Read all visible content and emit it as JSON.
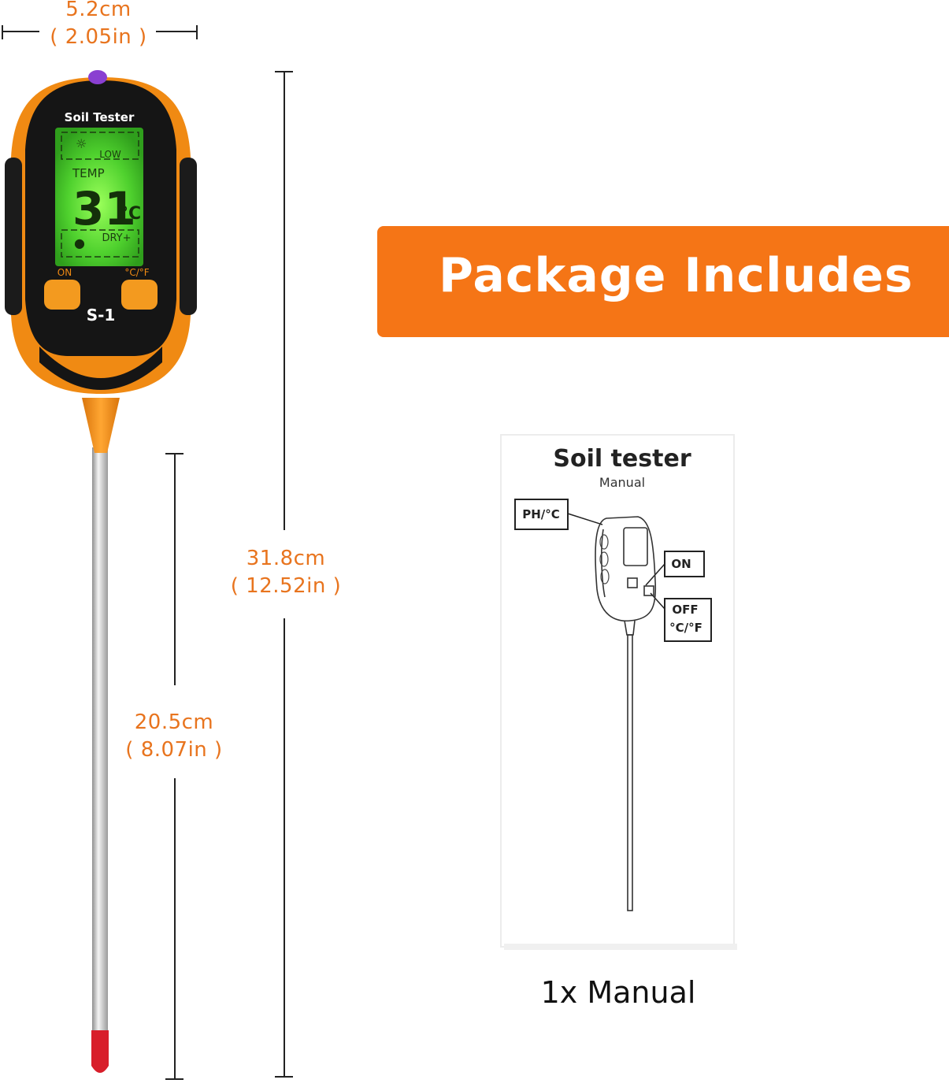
{
  "dimensions": {
    "width": {
      "cm": "5.2cm",
      "in": "( 2.05in )"
    },
    "height": {
      "cm": "31.8cm",
      "in": "( 12.52in )"
    },
    "probe": {
      "cm": "20.5cm",
      "in": "( 8.07in )"
    }
  },
  "device": {
    "brand_label": "Soil Tester",
    "lcd_low": "LOW",
    "lcd_temp": "TEMP",
    "lcd_reading": "31",
    "lcd_unit": "°C",
    "lcd_dry": "DRY+",
    "button_on": "ON",
    "button_unit": "°C/°F",
    "model": "S-1"
  },
  "banner": {
    "title": "Package Includes"
  },
  "manual": {
    "title": "Soil tester",
    "subtitle": "Manual",
    "callout_ph": "PH/°C",
    "callout_on": "ON",
    "callout_off": "OFF",
    "callout_unit": "°C/°F"
  },
  "caption": "1x Manual",
  "colors": {
    "accent": "#f57516",
    "dimension_text": "#e8741e",
    "lcd": "#4fd12e"
  }
}
